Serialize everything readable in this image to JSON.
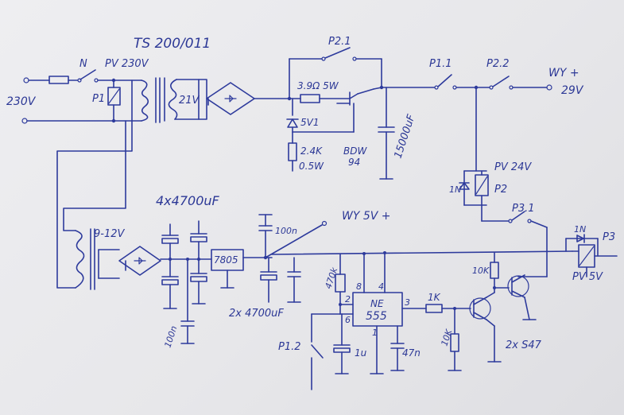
{
  "labels": {
    "mains_voltage": "230V",
    "fuse_label": "N",
    "relay_coil_rating": "PV 230V",
    "relay_p1": "P1",
    "transformer": "TS 200/011",
    "secondary_21v": "21V",
    "switch_p2_1": "P2.1",
    "resistor_3r9": "3.9Ω 5W",
    "zener_5v1": "5V1",
    "resistor_2k4": "2.4K",
    "resistor_0w5": "0.5W",
    "transistor_bdw": "BDW",
    "transistor_94": "94",
    "cap_15000": "15000uF",
    "switch_p1_1": "P1.1",
    "switch_p2_2": "P2.2",
    "output_wy": "WY +",
    "output_29v": "29V",
    "relay2_rating": "PV 24V",
    "diode_1n_a": "1N",
    "relay_p2": "P2",
    "switch_p3_1": "P3.1",
    "caps_4x4700": "4x4700uF",
    "cap_100n_top": "100n",
    "output_wy5v": "WY 5V +",
    "secondary_9_12v": "9-12V",
    "regulator": "7805",
    "cap_100n_bottom": "100n",
    "caps_2x4700": "2x 4700uF",
    "resistor_470k": "470k",
    "pin_8": "8",
    "pin_4": "4",
    "pin_2": "2",
    "pin_6": "6",
    "pin_3": "3",
    "pin_1": "1",
    "ic_ne": "NE",
    "ic_555": "555",
    "resistor_1k": "1K",
    "resistor_10k_a": "10K",
    "resistor_10k_b": "10K",
    "switch_p1_2": "P1.2",
    "cap_1u": "1u",
    "cap_47n": "47n",
    "transistors_2x": "2x S47",
    "diode_1n_b": "1N",
    "relay_p3": "P3",
    "relay3_rating": "PV 5V"
  },
  "ink_color": "#2d3a9c",
  "paper_color": "#ebebed"
}
